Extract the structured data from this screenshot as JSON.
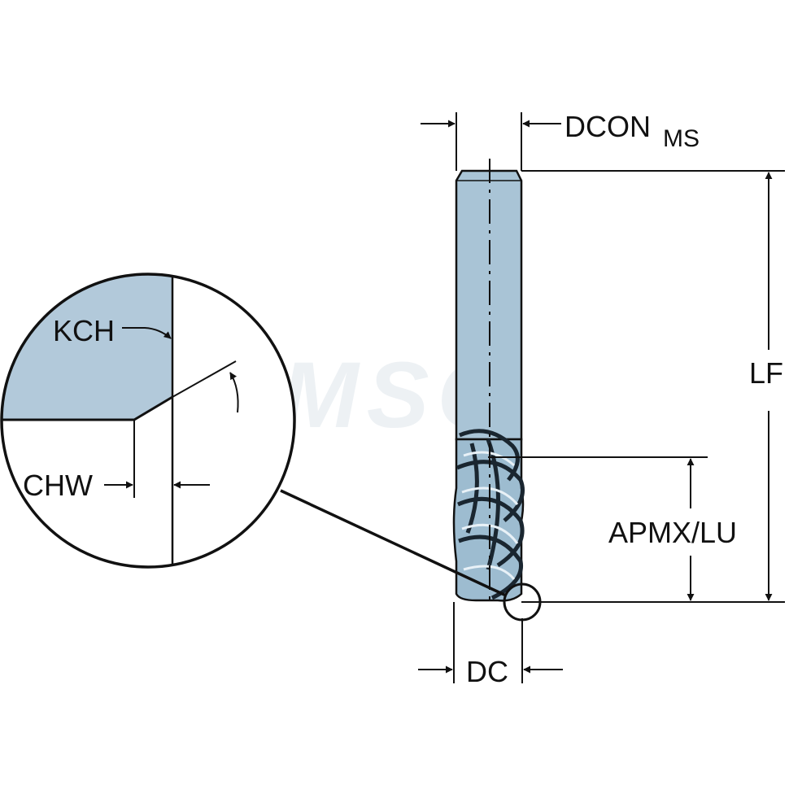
{
  "labels": {
    "dcon": "DCON",
    "dcon_subscript": "MS",
    "lf": "LF",
    "apmx_lu": "APMX/LU",
    "dc": "DC",
    "kch": "KCH",
    "chw": "CHW"
  },
  "watermark": "MSC",
  "colors": {
    "tool_fill": "#a9c4d6",
    "detail_fill": "#b2c9da",
    "line": "#111111"
  }
}
